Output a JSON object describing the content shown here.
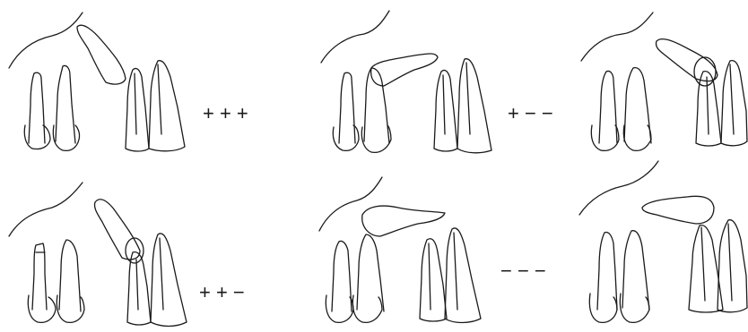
{
  "panels": [
    {
      "id": "panel-1",
      "sign": "+ + +"
    },
    {
      "id": "panel-2",
      "sign": "+ − −"
    },
    {
      "id": "panel-3",
      "sign": ""
    },
    {
      "id": "panel-4",
      "sign": "+ + −"
    },
    {
      "id": "panel-5",
      "sign": "− − −"
    },
    {
      "id": "panel-6",
      "sign": ""
    }
  ],
  "colors": {
    "stroke": "#1a1a1a",
    "background": "#ffffff"
  }
}
